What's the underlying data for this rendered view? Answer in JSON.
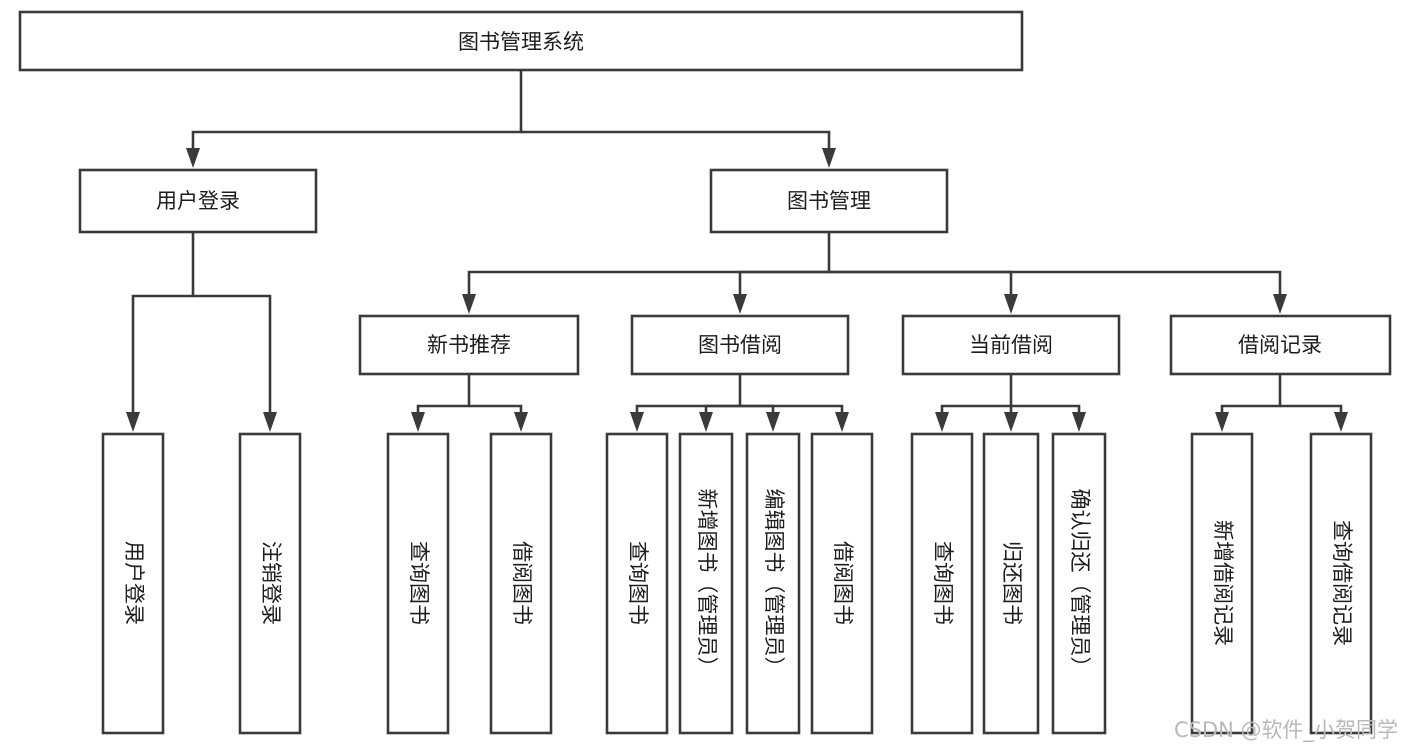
{
  "diagram": {
    "type": "tree-hierarchy",
    "title": "图书管理系统",
    "orientation": "top-down",
    "colors": {
      "box_stroke": "#3a3a3a",
      "box_fill": "#ffffff",
      "connector": "#3a3a3a",
      "text": "#1d1d1d",
      "background": "#ffffff",
      "watermark": "#b9b9b9"
    },
    "root": {
      "label": "图书管理系统"
    },
    "level2": [
      {
        "label": "用户登录"
      },
      {
        "label": "图书管理"
      }
    ],
    "level3": [
      {
        "label": "新书推荐"
      },
      {
        "label": "图书借阅"
      },
      {
        "label": "当前借阅"
      },
      {
        "label": "借阅记录"
      }
    ],
    "leaves": {
      "user_login": [
        {
          "label": "用户登录"
        },
        {
          "label": "注销登录"
        }
      ],
      "new_book_recommend": [
        {
          "label": "查询图书"
        },
        {
          "label": "借阅图书"
        }
      ],
      "book_borrow": [
        {
          "label": "查询图书"
        },
        {
          "label": "新增图书（管理员）"
        },
        {
          "label": "编辑图书（管理员）"
        },
        {
          "label": "借阅图书"
        }
      ],
      "current_borrow": [
        {
          "label": "查询图书"
        },
        {
          "label": "归还图书"
        },
        {
          "label": "确认归还（管理员）"
        }
      ],
      "borrow_record": [
        {
          "label": "新增借阅记录"
        },
        {
          "label": "查询借阅记录"
        }
      ]
    },
    "watermark": {
      "label": "CSDN @软件_小贺同学"
    }
  }
}
